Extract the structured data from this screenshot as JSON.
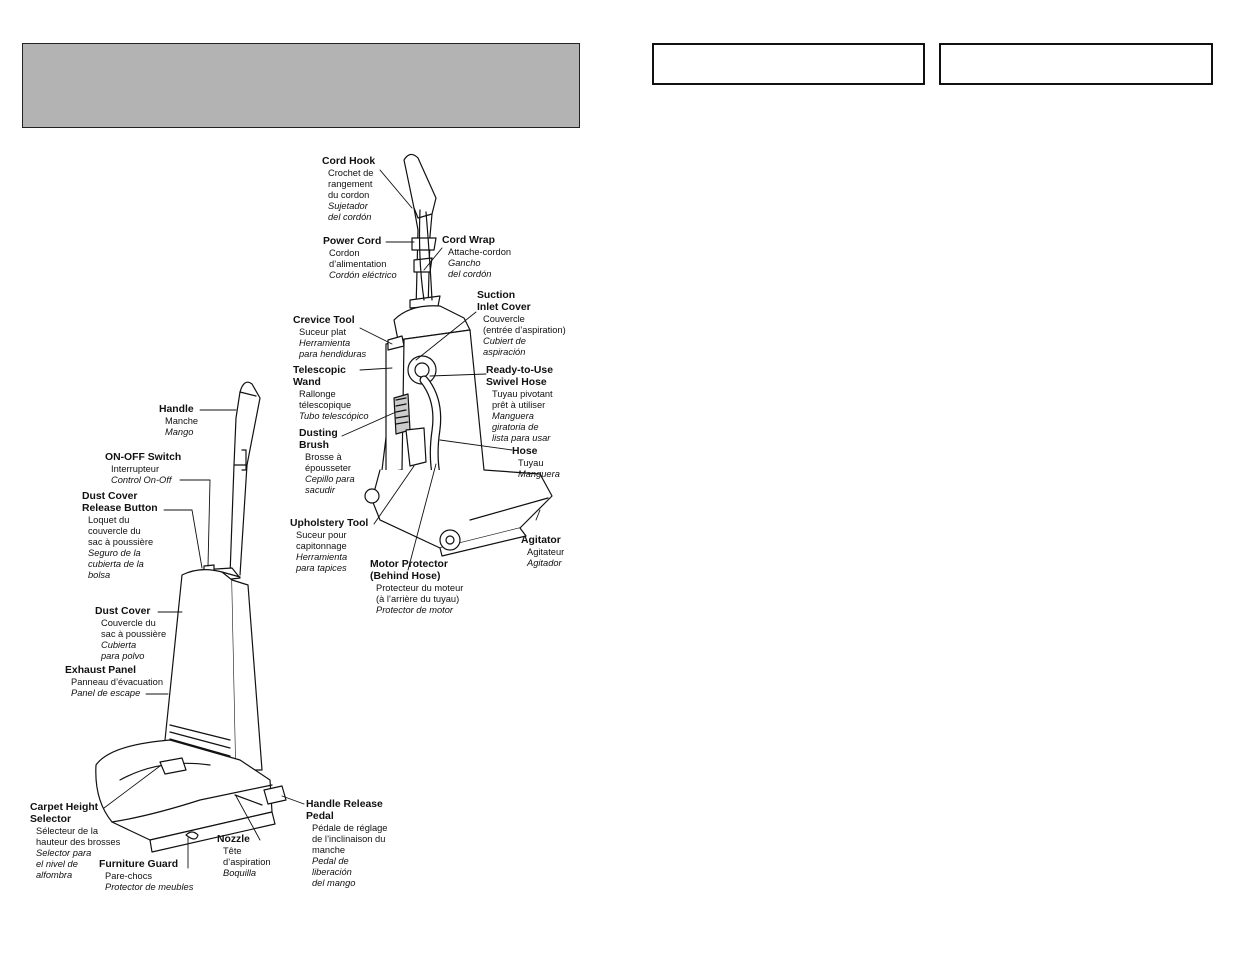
{
  "labels": {
    "cord_hook": {
      "title": [
        "Cord Hook"
      ],
      "lines": [
        "Crochet de",
        "rangement",
        "du cordon"
      ],
      "italic": [
        "Sujetador",
        "del cordón"
      ]
    },
    "power_cord": {
      "title": [
        "Power Cord"
      ],
      "lines": [
        "Cordon",
        "d’alimentation"
      ],
      "italic": [
        "Cordón eléctrico"
      ]
    },
    "cord_wrap": {
      "title": [
        "Cord Wrap"
      ],
      "lines": [
        "Attache-cordon"
      ],
      "italic": [
        "Gancho",
        "del cordón"
      ]
    },
    "suction_inlet": {
      "title": [
        "Suction",
        "Inlet Cover"
      ],
      "lines": [
        "Couvercle",
        "(entrée d’aspiration)"
      ],
      "italic": [
        "Cubiert de",
        "aspiración"
      ]
    },
    "crevice_tool": {
      "title": [
        "Crevice Tool"
      ],
      "lines": [
        "Suceur plat"
      ],
      "italic": [
        "Herramienta",
        "para hendiduras"
      ]
    },
    "ready_hose": {
      "title": [
        "Ready-to-Use",
        "Swivel Hose"
      ],
      "lines": [
        "Tuyau pivotant",
        "prêt à utiliser"
      ],
      "italic": [
        "Manguera",
        "giratoria de",
        "lista para usar"
      ]
    },
    "telescopic_wand": {
      "title": [
        "Telescopic",
        "Wand"
      ],
      "lines": [
        "Rallonge",
        "télescopique"
      ],
      "italic": [
        "Tubo telescópico"
      ]
    },
    "dusting_brush": {
      "title": [
        "Dusting",
        "Brush"
      ],
      "lines": [
        "Brosse à",
        "épousseter"
      ],
      "italic": [
        "Cepillo para",
        "sacudir"
      ]
    },
    "hose": {
      "title": [
        "Hose"
      ],
      "lines": [
        "Tuyau"
      ],
      "italic": [
        "Manguera"
      ]
    },
    "upholstery_tool": {
      "title": [
        "Upholstery Tool"
      ],
      "lines": [
        "Suceur pour",
        "capitonnage"
      ],
      "italic": [
        "Herramienta",
        "para tapices"
      ]
    },
    "agitator": {
      "title": [
        "Agitator"
      ],
      "lines": [
        "Agitateur"
      ],
      "italic": [
        "Agitador"
      ]
    },
    "motor_protector": {
      "title": [
        "Motor Protector",
        "(Behind Hose)"
      ],
      "lines": [
        "Protecteur du moteur",
        "(à l’arrière du tuyau)"
      ],
      "italic": [
        "Protector de motor"
      ]
    },
    "handle": {
      "title": [
        "Handle"
      ],
      "lines": [
        "Manche"
      ],
      "italic": [
        "Mango"
      ]
    },
    "on_off": {
      "title": [
        "ON-OFF Switch"
      ],
      "lines": [
        "Interrupteur"
      ],
      "italic": [
        "Control On-Off"
      ]
    },
    "dust_release": {
      "title": [
        "Dust Cover",
        "Release Button"
      ],
      "lines": [
        "Loquet du",
        "couvercle du",
        "sac à poussière"
      ],
      "italic": [
        "Seguro de la",
        "cubierta de la",
        "bolsa"
      ]
    },
    "dust_cover": {
      "title": [
        "Dust Cover"
      ],
      "lines": [
        "Couvercle du",
        "sac à poussière"
      ],
      "italic": [
        "Cubierta",
        "para polvo"
      ]
    },
    "exhaust_panel": {
      "title": [
        "Exhaust Panel"
      ],
      "lines": [
        "Panneau d’évacuation"
      ],
      "italic": [
        "Panel de escape"
      ]
    },
    "carpet_height": {
      "title": [
        "Carpet Height",
        "Selector"
      ],
      "lines": [
        "Sélecteur de la",
        "hauteur des brosses"
      ],
      "italic": [
        "Selector para",
        "el nivel de",
        "alfombra"
      ]
    },
    "handle_release": {
      "title": [
        "Handle Release",
        "Pedal"
      ],
      "lines": [
        "Pédale de réglage",
        "de l’inclinaison du",
        "manche"
      ],
      "italic": [
        "Pedal de",
        "liberación",
        "del mango"
      ]
    },
    "nozzle": {
      "title": [
        "Nozzle"
      ],
      "lines": [
        "Tête",
        "d’aspiration"
      ],
      "italic": [
        "Boquilla"
      ]
    },
    "furniture_guard": {
      "title": [
        "Furniture Guard"
      ],
      "lines": [
        "Pare-chocs"
      ],
      "italic": [
        "Protector de meubles"
      ]
    }
  }
}
